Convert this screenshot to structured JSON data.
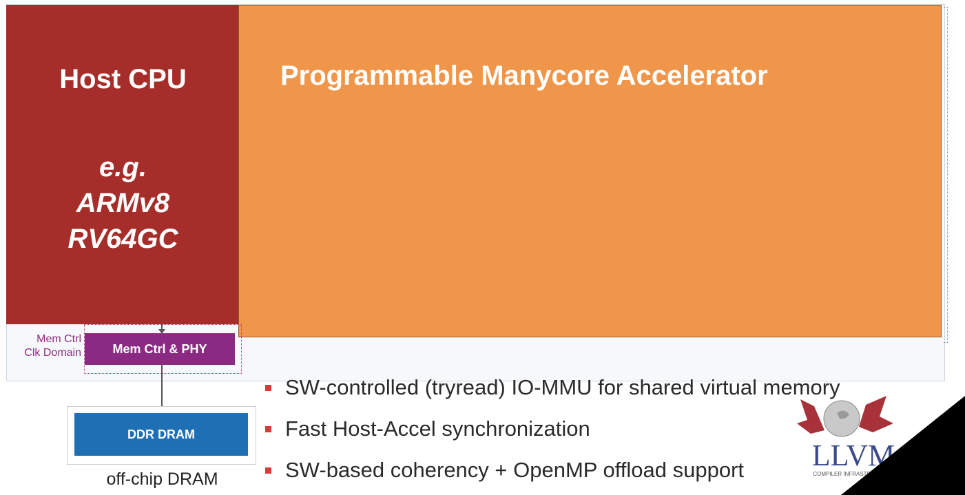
{
  "host_cpu": {
    "title": "Host CPU",
    "examples": [
      "e.g.",
      "ARMv8",
      "RV64GC"
    ]
  },
  "accelerator": {
    "title": "Programmable Manycore Accelerator"
  },
  "memory": {
    "domain_label": [
      "Mem Ctrl",
      "Clk Domain"
    ],
    "controller_label": "Mem Ctrl & PHY",
    "dram_label": "DDR DRAM",
    "dram_caption": "off-chip DRAM"
  },
  "bullets": [
    "SW-controlled (tryread) IO-MMU for shared virtual memory",
    "Fast Host-Accel synchronization",
    "SW-based coherency + OpenMP offload support"
  ],
  "logo": {
    "name": "LLVM",
    "subtitle": "COMPILER INFRASTRUCTURE"
  },
  "colors": {
    "host_cpu": "#a52e2a",
    "accelerator": "#f0964b",
    "mem_ctrl": "#8b2a82",
    "dram": "#1f6fb5",
    "bullet": "#d83a3a"
  }
}
